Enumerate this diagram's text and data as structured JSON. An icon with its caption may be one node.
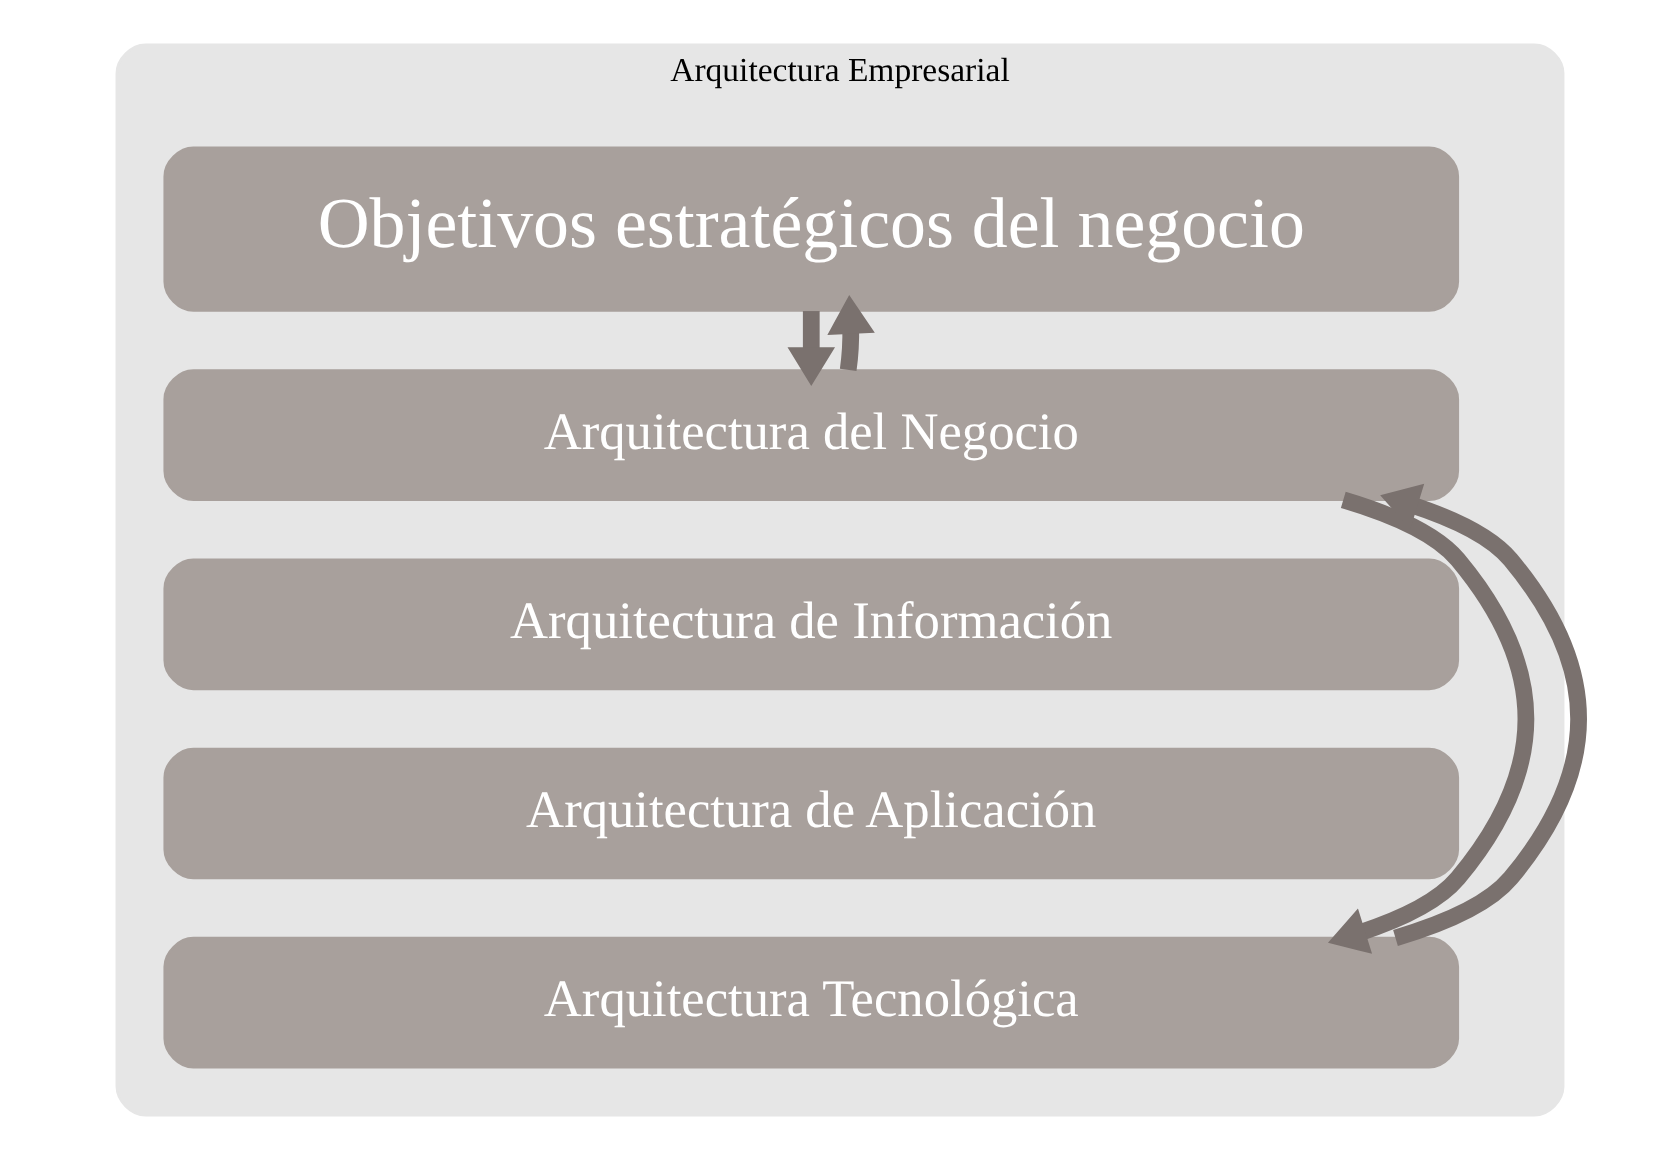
{
  "diagram": {
    "nodes": [
      {
        "text": [
          "Arquitectura Empresarial"
        ]
      },
      {
        "text": [
          "Objetivos estratégicos del negocio"
        ],
        "in": 0
      },
      {
        "text": [
          "Arquitectura del Negocio"
        ],
        "in": 0
      },
      {
        "text": [
          "Arquitectura de Información"
        ],
        "in": 0
      },
      {
        "text": [
          "Arquitectura de Aplicación"
        ],
        "in": 0
      },
      {
        "text": [
          "Arquitectura Tecnológica"
        ],
        "in": 0
      }
    ],
    "edges": [
      {
        "from": 1,
        "to": 2,
        "arrow": "to"
      },
      {
        "from": 2,
        "to": 1,
        "arrow": "to"
      },
      {
        "from": 2,
        "to": 5,
        "arrow": "to"
      },
      {
        "from": 5,
        "to": 2,
        "arrow": "to"
      }
    ]
  }
}
